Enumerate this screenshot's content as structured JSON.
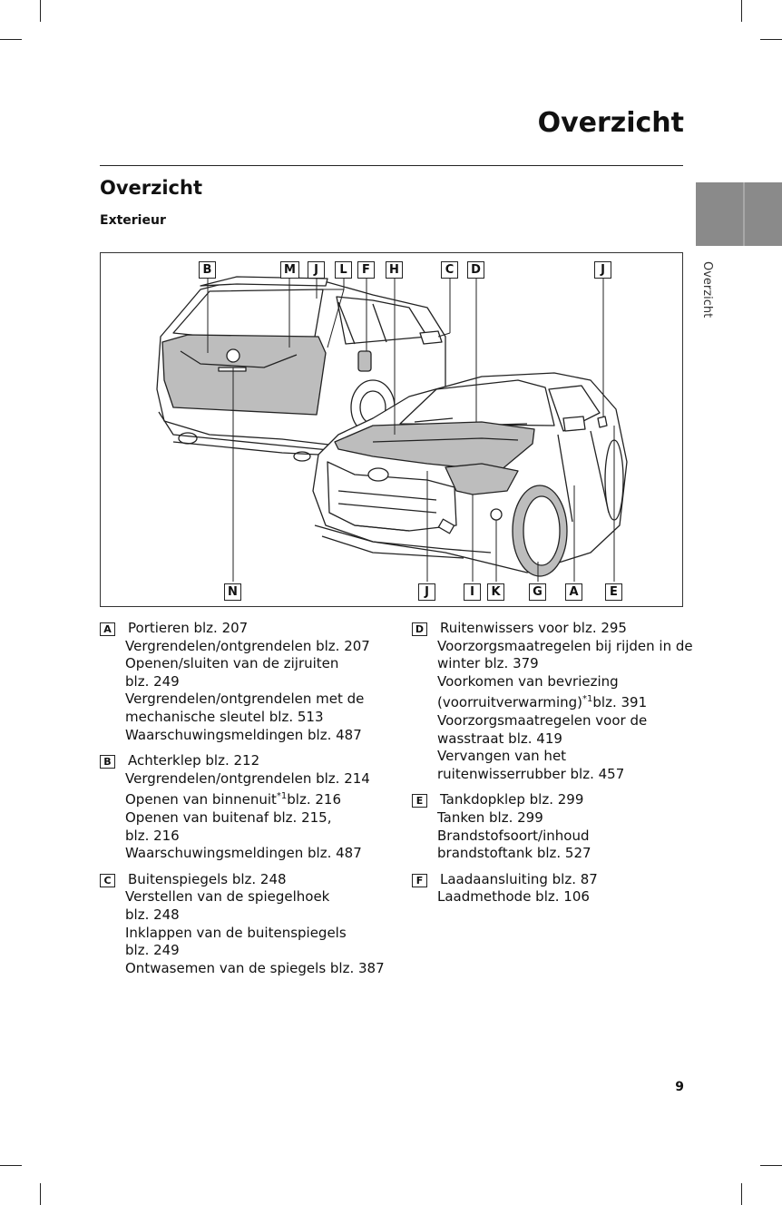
{
  "header": {
    "title": "Overzicht"
  },
  "side_tab": {
    "label": "Overzicht"
  },
  "section": {
    "title": "Overzicht",
    "subtitle": "Exterieur"
  },
  "figure": {
    "callouts": {
      "top": [
        "B",
        "M",
        "J",
        "L",
        "F",
        "H",
        "C",
        "D",
        "J"
      ],
      "bottom": [
        "N",
        "J",
        "I",
        "K",
        "G",
        "A",
        "E"
      ]
    }
  },
  "items_left": [
    {
      "key": "A",
      "lines": [
        "Portieren blz. 207",
        "Vergrendelen/ontgrendelen blz. 207",
        "Openen/sluiten van de zijruiten",
        "blz. 249",
        "Vergrendelen/ontgrendelen met de",
        "mechanische sleutel blz. 513",
        "Waarschuwingsmeldingen blz. 487"
      ]
    },
    {
      "key": "B",
      "lines": [
        "Achterklep blz. 212",
        "Vergrendelen/ontgrendelen blz. 214",
        "Openen van binnenuit*1blz. 216",
        "Openen van buitenaf blz. 215,",
        "blz. 216",
        "Waarschuwingsmeldingen blz. 487"
      ]
    },
    {
      "key": "C",
      "lines": [
        "Buitenspiegels blz. 248",
        "Verstellen van de spiegelhoek",
        "blz. 248",
        "Inklappen van de buitenspiegels",
        "blz. 249",
        "Ontwasemen van de spiegels blz. 387"
      ]
    }
  ],
  "items_right": [
    {
      "key": "D",
      "lines": [
        "Ruitenwissers voor blz. 295",
        "Voorzorgsmaatregelen bij rijden in de",
        "winter blz. 379",
        "Voorkomen van bevriezing",
        "(voorruitverwarming)*1blz. 391",
        "Voorzorgsmaatregelen voor de",
        "wasstraat blz. 419",
        "Vervangen van het",
        "ruitenwisserrubber blz. 457"
      ]
    },
    {
      "key": "E",
      "lines": [
        "Tankdopklep blz. 299",
        "Tanken blz. 299",
        "Brandstofsoort/inhoud",
        "brandstoftank blz. 527"
      ]
    },
    {
      "key": "F",
      "lines": [
        "Laadaansluiting blz. 87",
        "Laadmethode blz. 106"
      ]
    }
  ],
  "page_number": "9"
}
